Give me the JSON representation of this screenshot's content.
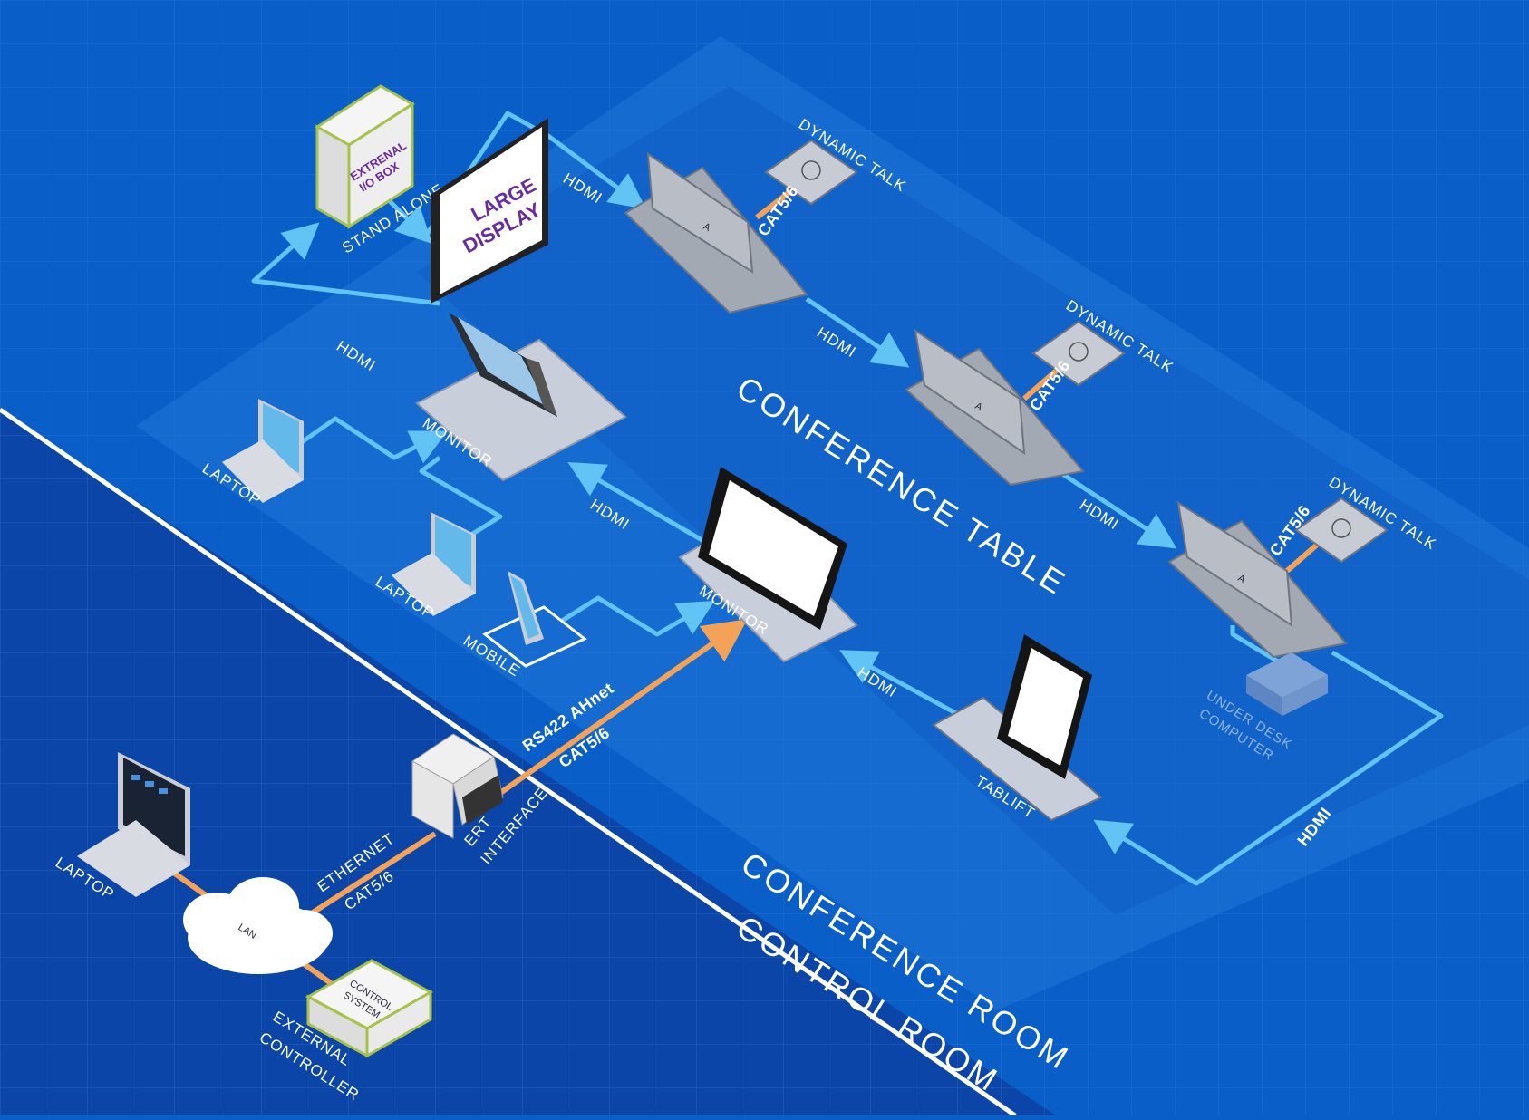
{
  "colors": {
    "hdmi_line": "#62c4f5",
    "cat_line": "#f4a257",
    "background": "#0a5ec8",
    "control_room": "#0b45a8"
  },
  "rooms": {
    "conference_room": "CONFERENCE ROOM",
    "control_room": "CONTROL ROOM",
    "conference_table": "CONFERENCE TABLE"
  },
  "devices": {
    "io_box": "EXTRENAL I/O BOX",
    "io_box_line1": "EXTRENAL",
    "io_box_line2": "I/O BOX",
    "stand_alone": "STAND ALONE",
    "large_display_line1": "LARGE",
    "large_display_line2": "DISPLAY",
    "monitor_top": "MONITOR",
    "monitor_main": "MONITOR",
    "laptop_1": "LAPTOP",
    "laptop_2": "LAPTOP",
    "laptop_control": "LAPTOP",
    "mobile": "MOBILE",
    "dynamic_talk_1": "DYNAMIC TALK",
    "dynamic_talk_2": "DYNAMIC TALK",
    "dynamic_talk_3": "DYNAMIC TALK",
    "under_desk_line1": "UNDER DESK",
    "under_desk_line2": "COMPUTER",
    "tablift": "TABLIFT",
    "ert_line1": "ERT",
    "ert_line2": "INTERFACE",
    "lan": "LAN",
    "control_system_line1": "CONTROL",
    "control_system_line2": "SYSTEM",
    "external_line1": "EXTERNAL",
    "external_line2": "CONTROLLER"
  },
  "connections": {
    "hdmi": "HDMI",
    "cat": "CAT5/6",
    "rs422": "RS422 AHnet",
    "ethernet": "ETHERNET"
  }
}
